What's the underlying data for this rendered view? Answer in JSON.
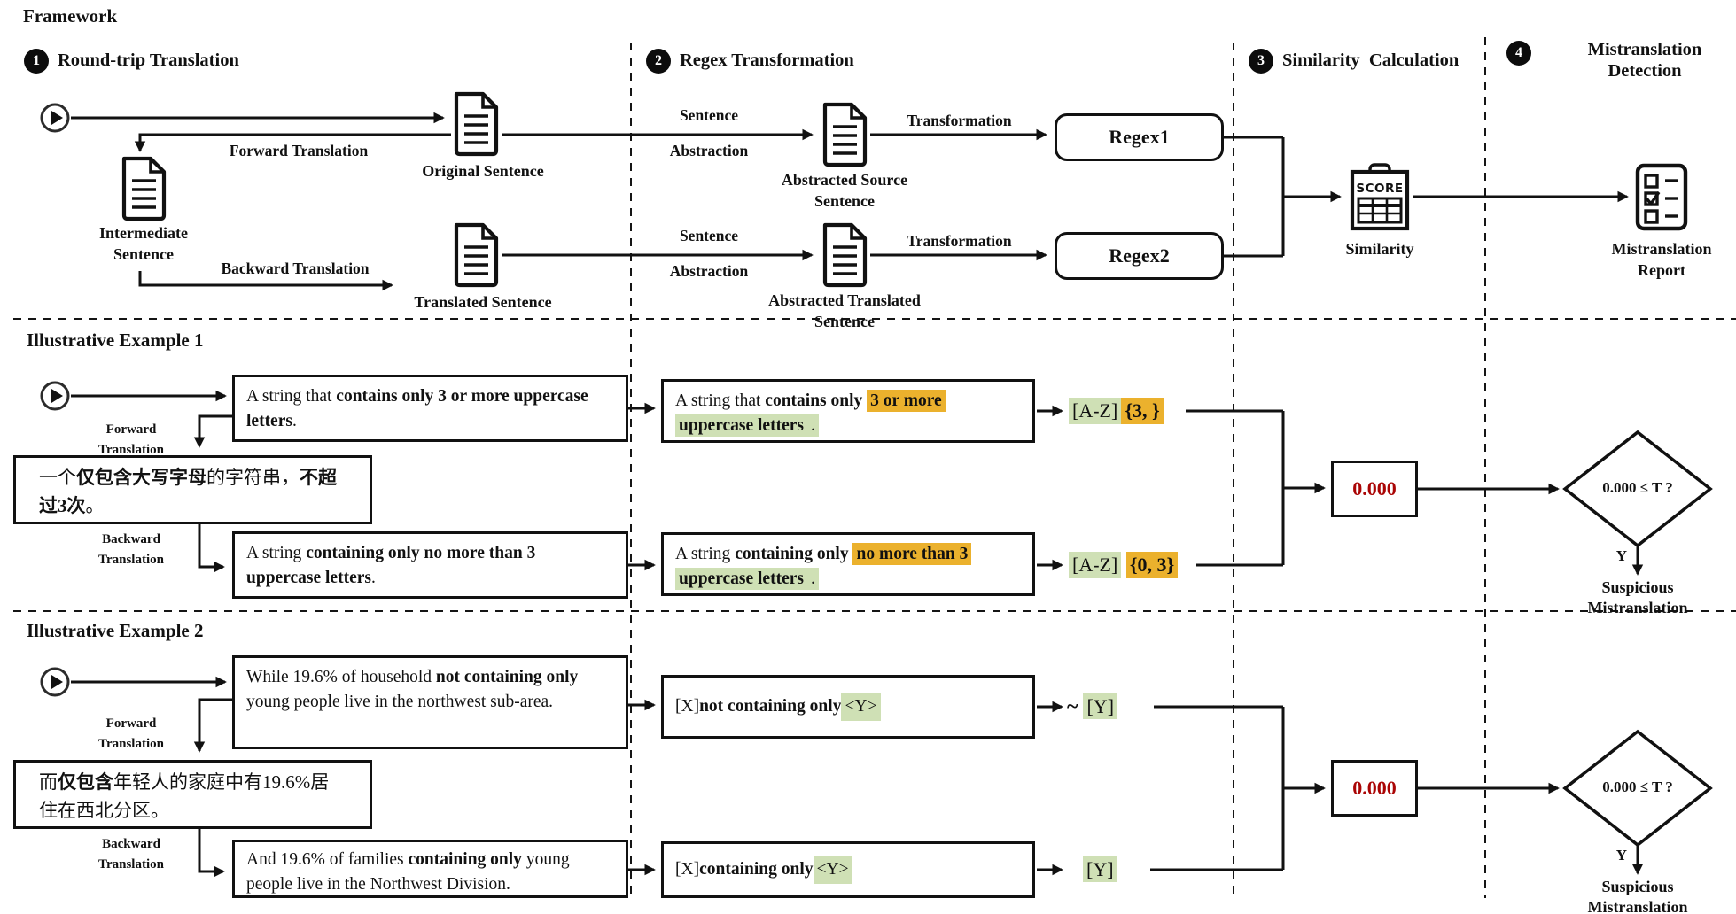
{
  "colors": {
    "highlight_orange": "#EBB12D",
    "highlight_green": "#CFE0B5",
    "score_red": "#AA0505",
    "ink": "#111111"
  },
  "title": "Framework",
  "steps": [
    {
      "badge": "1",
      "label": "Round-trip Translation"
    },
    {
      "badge": "2",
      "label": "Regex Transformation"
    },
    {
      "badge": "3",
      "label": "Similarity  Calculation"
    },
    {
      "badge": "4",
      "label_lines": [
        "Mistranslation",
        "Detection"
      ]
    }
  ],
  "framework": {
    "edge_labels": {
      "forward": "Forward Translation",
      "backward": "Backward Translation",
      "sentence": "Sentence",
      "abstraction": "Abstraction",
      "transformation": "Transformation"
    },
    "nodes": {
      "original": "Original Sentence",
      "intermediate_lines": [
        "Intermediate",
        "Sentence"
      ],
      "translated": "Translated Sentence",
      "abstracted_source_lines": [
        "Abstracted Source",
        "Sentence"
      ],
      "abstracted_translated_lines": [
        "Abstracted Translated",
        "Sentence"
      ],
      "regex1": "Regex1",
      "regex2": "Regex2",
      "score_icon_text": "SCORE",
      "similarity_caption": "Similarity",
      "report_lines": [
        "Mistranslation",
        "Report"
      ]
    }
  },
  "examples": [
    {
      "title": "Illustrative Example 1",
      "forward_lines": [
        "Forward",
        "Translation"
      ],
      "backward_lines": [
        "Backward",
        "Translation"
      ],
      "source_rich": [
        {
          "t": "A string that "
        },
        {
          "t": "contains only 3 or more uppercase letters",
          "b": true
        },
        {
          "t": "."
        }
      ],
      "intermediate_rich": [
        {
          "t": "一个"
        },
        {
          "t": "仅包含大写字母",
          "b": true
        },
        {
          "t": "的字符串，"
        },
        {
          "t": "不超过3次",
          "b": true
        },
        {
          "t": "。"
        }
      ],
      "back_rich": [
        {
          "t": "A string "
        },
        {
          "t": "containing only no more than 3 uppercase letters",
          "b": true
        },
        {
          "t": "."
        }
      ],
      "abs_source_rich": [
        {
          "t": "A string that "
        },
        {
          "t": "contains only",
          "b": true
        },
        {
          "t": " "
        },
        {
          "t": "3 or more",
          "b": true,
          "hl": "orange"
        },
        {
          "t": " "
        },
        {
          "t": "uppercase letters",
          "b": true,
          "hl": "green"
        },
        {
          "t": ".",
          "hl": "green"
        }
      ],
      "abs_back_rich": [
        {
          "t": "A string "
        },
        {
          "t": "containing only",
          "b": true
        },
        {
          "t": " "
        },
        {
          "t": "no more than 3",
          "b": true,
          "hl": "orange"
        },
        {
          "t": " "
        },
        {
          "t": "uppercase letters",
          "b": true,
          "hl": "green"
        },
        {
          "t": ".",
          "hl": "green"
        }
      ],
      "regex_source_rich": [
        {
          "t": "[A-Z]",
          "hl": "green"
        },
        {
          "t": "{3, }",
          "b": true,
          "hl": "orange"
        }
      ],
      "regex_back_rich": [
        {
          "t": "[A-Z]",
          "hl": "green"
        },
        {
          "t": " "
        },
        {
          "t": "{0, 3}",
          "b": true,
          "hl": "orange"
        }
      ],
      "tilde_label": "",
      "score": "0.000",
      "decision": "0.000 ≤ T ?",
      "yes_label": "Y",
      "result_lines": [
        "Suspicious",
        "Mistranslation"
      ]
    },
    {
      "title": "Illustrative Example 2",
      "forward_lines": [
        "Forward",
        "Translation"
      ],
      "backward_lines": [
        "Backward",
        "Translation"
      ],
      "source_rich": [
        {
          "t": "While 19.6% of household "
        },
        {
          "t": "not containing only",
          "b": true
        },
        {
          "t": " young people live in the northwest sub-area."
        }
      ],
      "intermediate_rich": [
        {
          "t": "而"
        },
        {
          "t": "仅包含",
          "b": true
        },
        {
          "t": "年轻人的家庭中有19.6%居住在西北分区。"
        }
      ],
      "back_rich": [
        {
          "t": "And 19.6% of families "
        },
        {
          "t": "containing only",
          "b": true
        },
        {
          "t": " young people live in the Northwest Division."
        }
      ],
      "abs_source_rich": [
        {
          "t": "[X] "
        },
        {
          "t": "not containing only",
          "b": true
        },
        {
          "t": " "
        },
        {
          "t": "<Y>",
          "hl": "green"
        }
      ],
      "abs_back_rich": [
        {
          "t": "[X] "
        },
        {
          "t": "containing only",
          "b": true
        },
        {
          "t": " "
        },
        {
          "t": "<Y>",
          "hl": "green"
        }
      ],
      "regex_source_rich": [
        {
          "t": "[Y]",
          "hl": "green"
        }
      ],
      "regex_back_rich": [
        {
          "t": "[Y]",
          "hl": "green"
        }
      ],
      "tilde_label": "~",
      "score": "0.000",
      "decision": "0.000 ≤ T ?",
      "yes_label": "Y",
      "result_lines": [
        "Suspicious",
        "Mistranslation"
      ]
    }
  ]
}
